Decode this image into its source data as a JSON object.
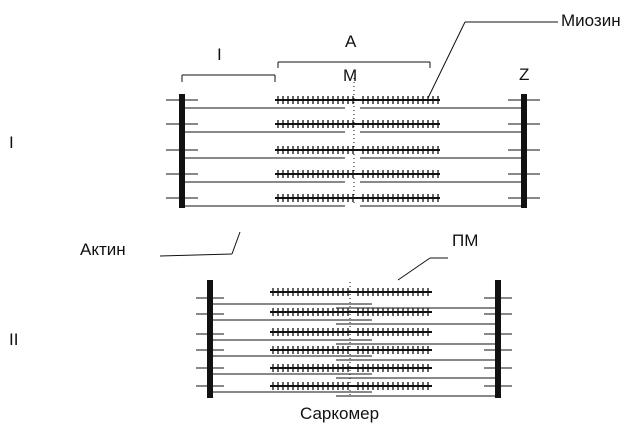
{
  "labels": {
    "myosin": "Миозин",
    "a_band": "А",
    "i_band": "I",
    "m_line": "М",
    "z_line": "Z",
    "state_one": "I",
    "state_two": "II",
    "actin": "Актин",
    "pm": "ПМ",
    "sarcomere": "Саркомер"
  }
}
